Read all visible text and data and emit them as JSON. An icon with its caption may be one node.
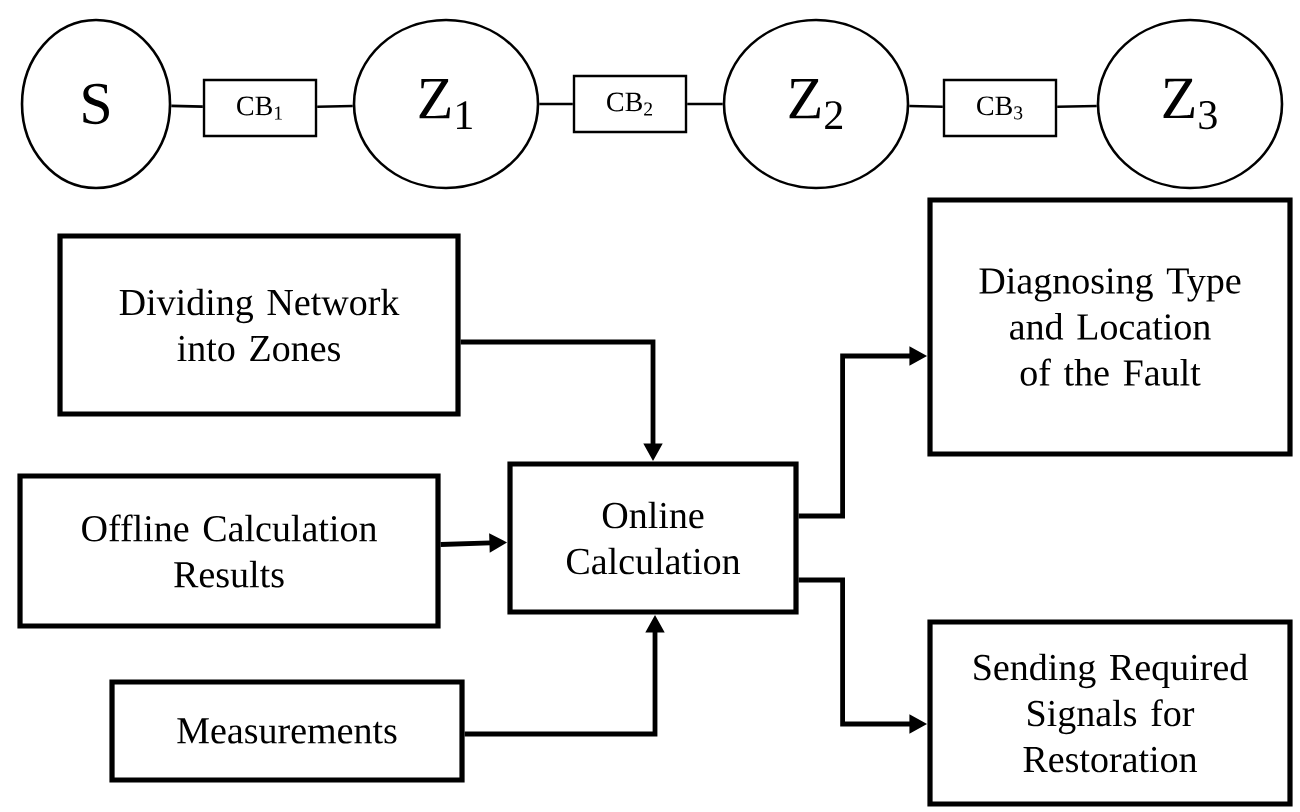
{
  "diagram": {
    "nodes": [
      {
        "text": [
          "S"
        ]
      },
      {
        "text": [
          "CB$_{1}$"
        ]
      },
      {
        "text": [
          "Z$_{1}$"
        ]
      },
      {
        "text": [
          "CB$_{2}$"
        ]
      },
      {
        "text": [
          "Z$_{2}$"
        ]
      },
      {
        "text": [
          "CB$_{3}$"
        ]
      },
      {
        "text": [
          "Z$_{3}$"
        ]
      },
      {
        "text": [
          "Dividing Network into Zones"
        ]
      },
      {
        "text": [
          "Offline Calculation Results"
        ]
      },
      {
        "text": [
          "Online Calculation"
        ]
      },
      {
        "text": [
          "Measurements"
        ]
      },
      {
        "text": [
          "Diagnosing Type and Location of the Fault"
        ]
      },
      {
        "text": [
          "Sending Required Signals for Restoration"
        ]
      }
    ],
    "edges": [
      {
        "from": 0,
        "to": 1,
        "arrow": "none"
      },
      {
        "from": 1,
        "to": 2,
        "arrow": "none"
      },
      {
        "from": 2,
        "to": 3,
        "arrow": "none"
      },
      {
        "from": 3,
        "to": 4,
        "arrow": "none"
      },
      {
        "from": 4,
        "to": 5,
        "arrow": "none"
      },
      {
        "from": 5,
        "to": 6,
        "arrow": "none"
      },
      {
        "from": 7,
        "to": 9,
        "arrow": "to"
      },
      {
        "from": 8,
        "to": 9,
        "arrow": "to"
      },
      {
        "from": 10,
        "to": 9,
        "arrow": "to"
      },
      {
        "from": 9,
        "to": 11,
        "arrow": "to"
      },
      {
        "from": 9,
        "to": 12,
        "arrow": "to"
      }
    ]
  }
}
